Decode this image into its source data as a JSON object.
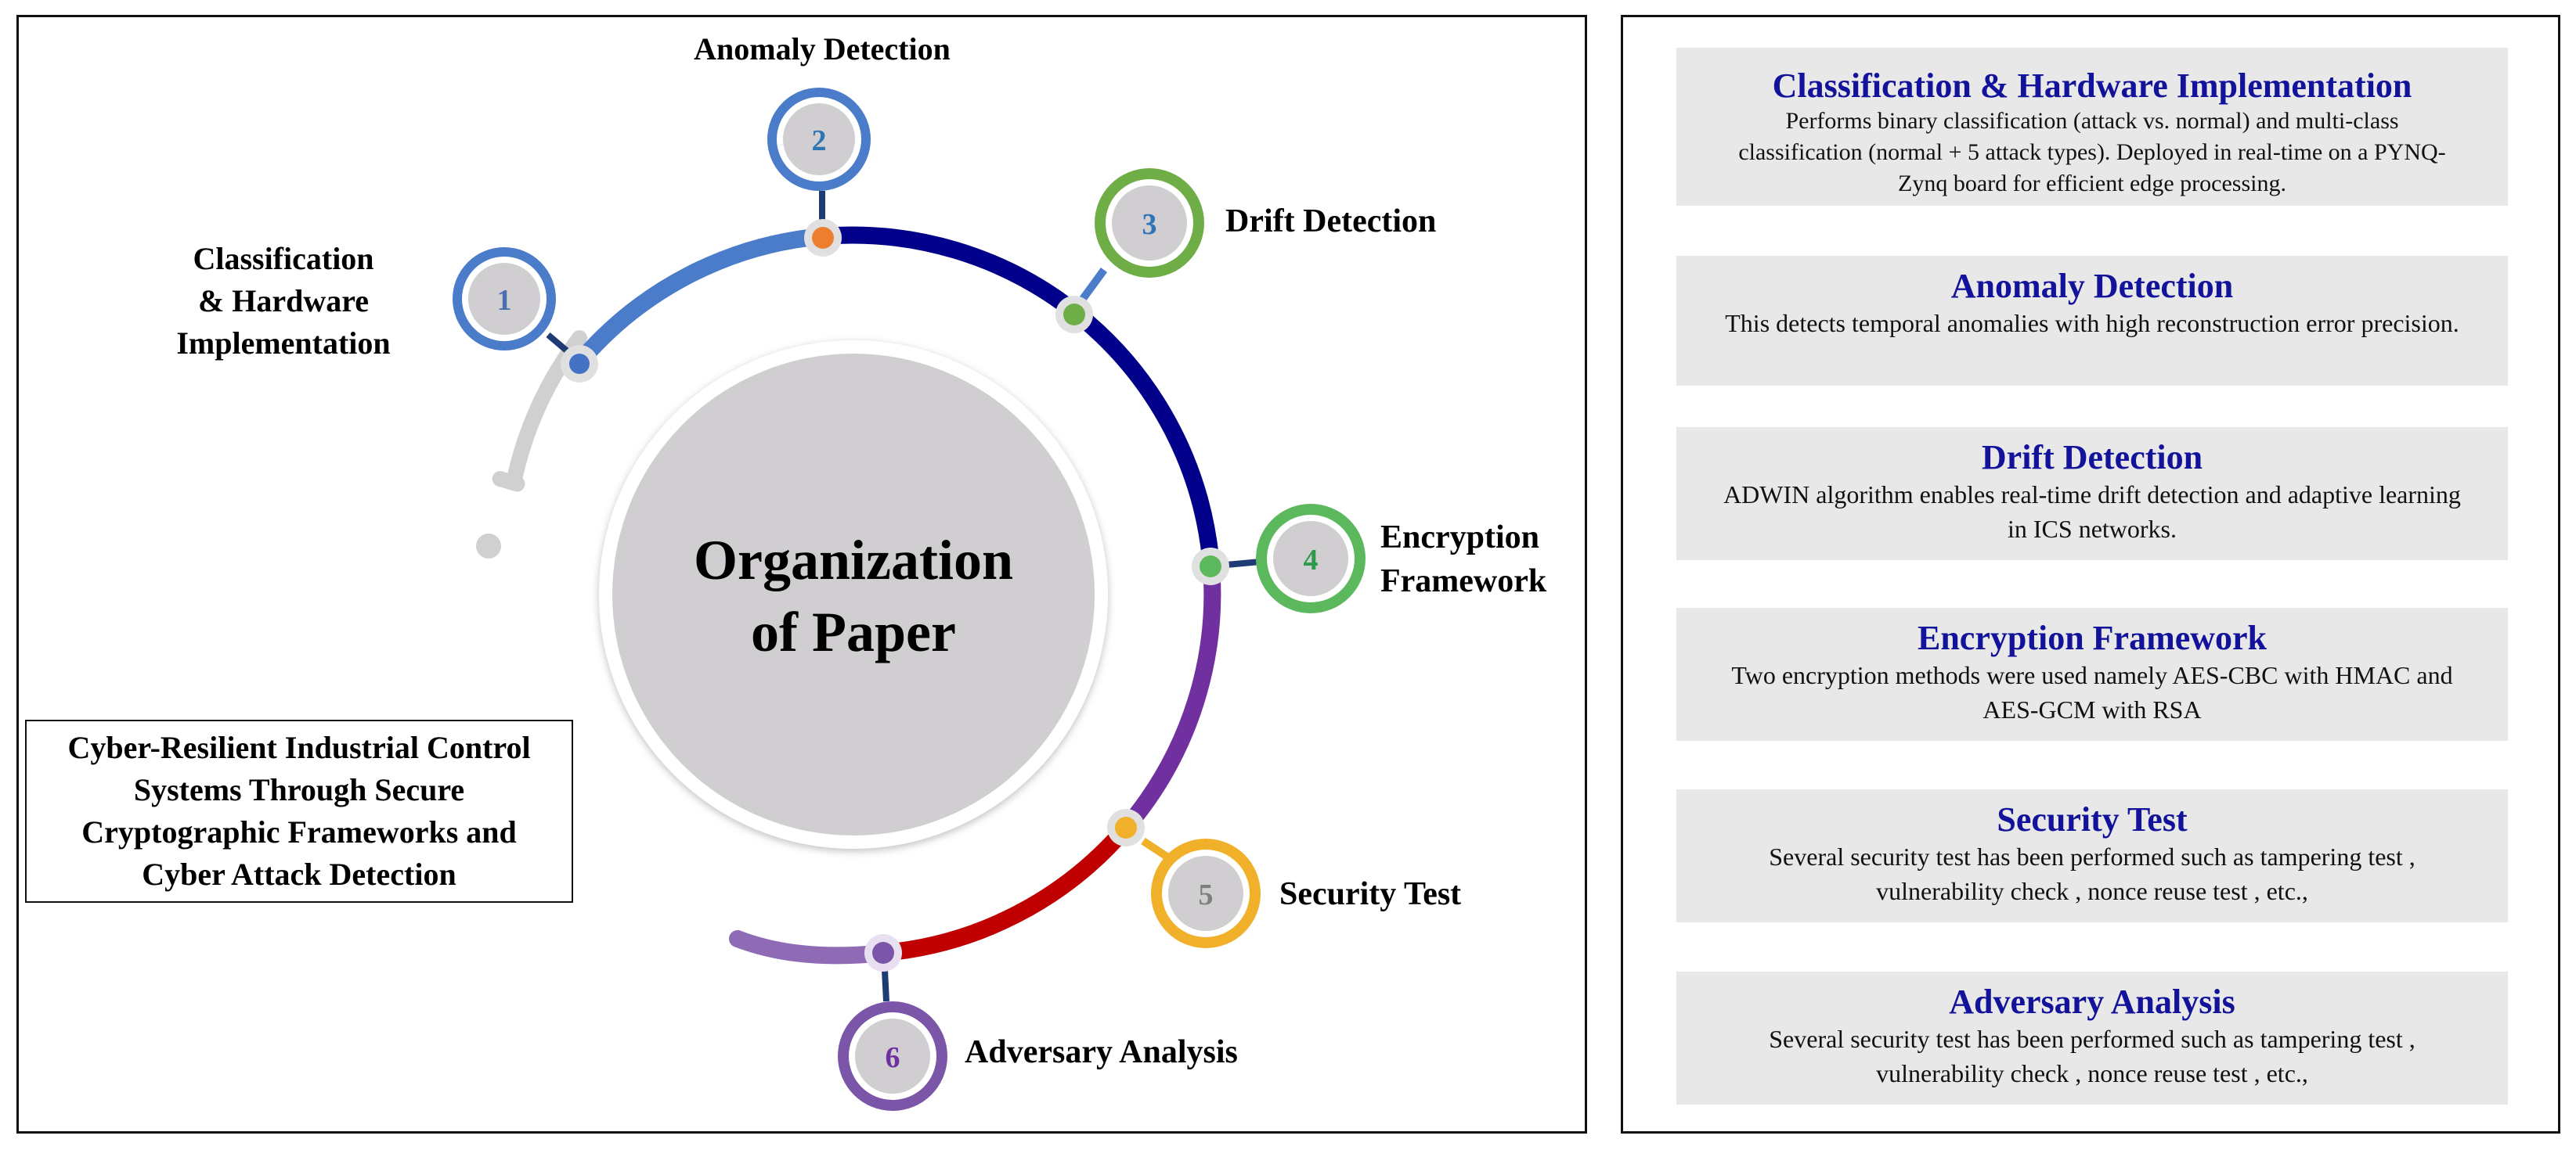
{
  "center": {
    "line1": "Organization",
    "line2": "of Paper"
  },
  "paper_title": "Cyber-Resilient Industrial Control Systems Through Secure Cryptographic Frameworks and Cyber Attack Detection",
  "steps": [
    {
      "number": "1",
      "label_lines": [
        "Classification",
        "& Hardware",
        "Implementation"
      ],
      "color": "#4a7cc9"
    },
    {
      "number": "2",
      "label_lines": [
        "Anomaly Detection"
      ],
      "color": "#4a7cc9"
    },
    {
      "number": "3",
      "label_lines": [
        "Drift Detection"
      ],
      "color": "#6fae46"
    },
    {
      "number": "4",
      "label_lines": [
        "Encryption",
        "Framework"
      ],
      "color": "#5cb85c"
    },
    {
      "number": "5",
      "label_lines": [
        "Security Test"
      ],
      "color": "#f0b02a"
    },
    {
      "number": "6",
      "label_lines": [
        "Adversary Analysis"
      ],
      "color": "#7a55a8"
    }
  ],
  "cards": [
    {
      "title": "Classification & Hardware Implementation",
      "description": "Performs binary classification (attack vs. normal) and multi-class classification (normal + 5 attack types). Deployed in real-time on a PYNQ-Zynq board for efficient edge processing."
    },
    {
      "title": "Anomaly Detection",
      "description": "This detects temporal anomalies with high reconstruction error precision."
    },
    {
      "title": "Drift Detection",
      "description": "ADWIN algorithm enables real-time drift detection and adaptive learning in ICS networks."
    },
    {
      "title": "Encryption Framework",
      "description": "Two encryption methods were used namely AES-CBC with HMAC and AES-GCM with RSA"
    },
    {
      "title": "Security Test",
      "description": "Several security test has been performed such as tampering test , vulnerability check , nonce reuse test , etc.,"
    },
    {
      "title": "Adversary Analysis",
      "description": "Several security test has been performed such as tampering test , vulnerability check , nonce reuse test , etc.,"
    }
  ],
  "colors": {
    "arc_gray": "#d0d0d0",
    "arc_blue": "#4a7cc9",
    "arc_navy": "#00008b",
    "arc_purple": "#7030a0",
    "arc_red": "#c00000",
    "arc_lavender": "#8e6bb4",
    "connector_orange": "#ed7d31",
    "card_title": "#12129a",
    "card_bg": "#e8e8e8"
  }
}
